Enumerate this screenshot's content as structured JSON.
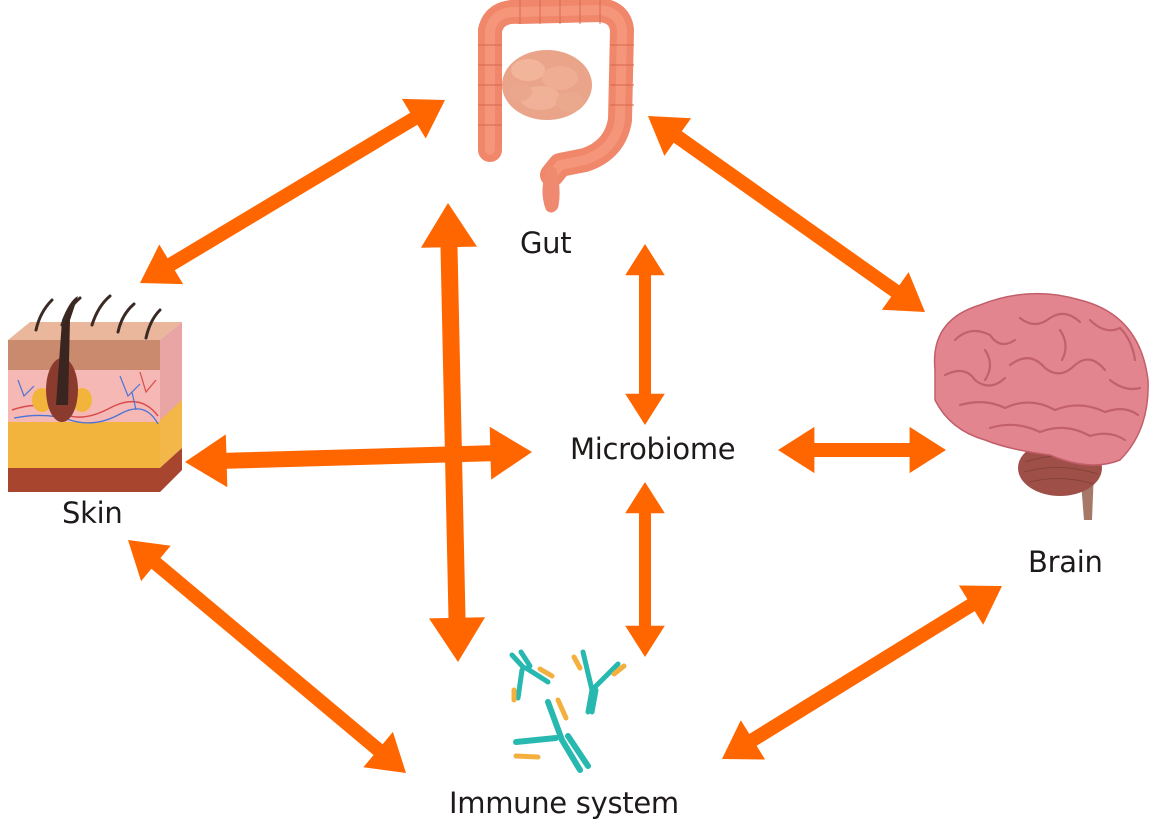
{
  "title": "Microbiome–organ axis diagram",
  "colors": {
    "arrow": "#ff6600",
    "label_text": "#1e1a1a",
    "gut": "#f08a6e",
    "brain": "#e0858f",
    "skin_dermis": "#f6b8b4",
    "skin_fat": "#f2b33a",
    "antibody": "#27b8b0",
    "antigen": "#f4b03e"
  },
  "nodes": {
    "gut": {
      "label": "Gut",
      "icon": "intestine-icon"
    },
    "skin": {
      "label": "Skin",
      "icon": "skin-layers-icon"
    },
    "brain": {
      "label": "Brain",
      "icon": "brain-icon"
    },
    "microbiome": {
      "label": "Microbiome"
    },
    "immune": {
      "label": "Immune system",
      "icon": "antibody-icon"
    }
  },
  "connections": [
    {
      "from": "gut",
      "to": "skin",
      "direction": "bidirectional"
    },
    {
      "from": "gut",
      "to": "brain",
      "direction": "bidirectional"
    },
    {
      "from": "gut",
      "to": "immune",
      "direction": "bidirectional"
    },
    {
      "from": "gut",
      "to": "microbiome",
      "direction": "bidirectional"
    },
    {
      "from": "skin",
      "to": "microbiome",
      "direction": "bidirectional"
    },
    {
      "from": "microbiome",
      "to": "brain",
      "direction": "bidirectional"
    },
    {
      "from": "microbiome",
      "to": "immune",
      "direction": "bidirectional"
    },
    {
      "from": "skin",
      "to": "immune",
      "direction": "bidirectional"
    },
    {
      "from": "immune",
      "to": "brain",
      "direction": "bidirectional"
    }
  ]
}
